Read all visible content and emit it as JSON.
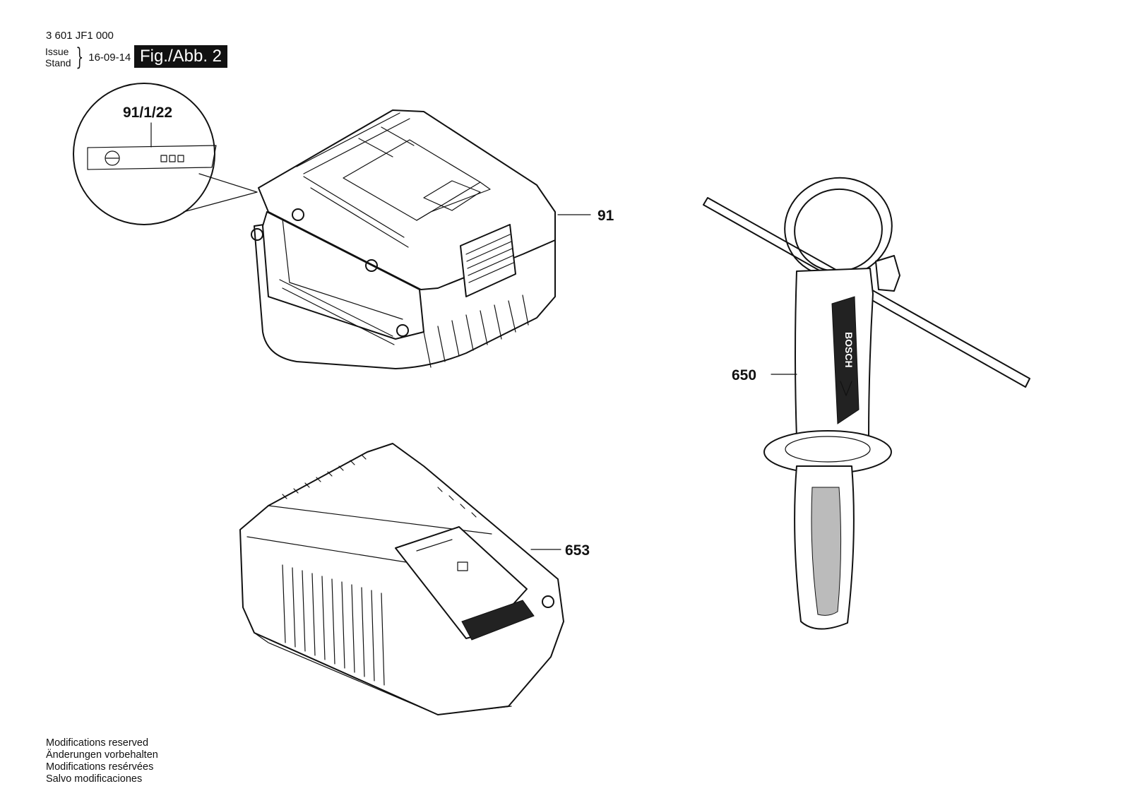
{
  "header": {
    "doc_number": "3 601 JF1 000",
    "issue_label": "Issue",
    "stand_label": "Stand",
    "issue_date": "16-09-14",
    "figure_label": "Fig./Abb. 2"
  },
  "parts": {
    "battery": {
      "callout": "91"
    },
    "battery_label_detail": {
      "callout": "91/1/22"
    },
    "side_handle": {
      "callout": "650",
      "logo_text": "BOSCH"
    },
    "charger": {
      "callout": "653"
    }
  },
  "footer": {
    "lines": [
      "Modifications reserved",
      "Änderungen vorbehalten",
      "Modifications resérvées",
      "Salvo modificaciones"
    ]
  }
}
